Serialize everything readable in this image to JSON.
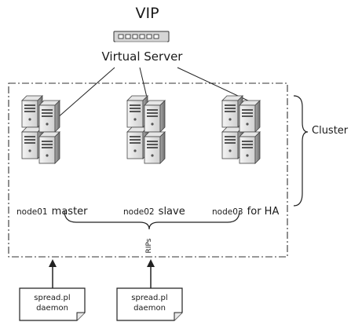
{
  "vip_label": "VIP",
  "virtual_server_label": "Virtual Server",
  "cluster_label": "Cluster",
  "rips_label": "RIPs",
  "nodes": [
    {
      "id": "node01",
      "role": "master"
    },
    {
      "id": "node02",
      "role": "slave"
    },
    {
      "id": "node03",
      "role": "for HA"
    }
  ],
  "daemon_docs": [
    {
      "line1": "spread.pl",
      "line2": "daemon"
    },
    {
      "line1": "spread.pl",
      "line2": "daemon"
    }
  ]
}
